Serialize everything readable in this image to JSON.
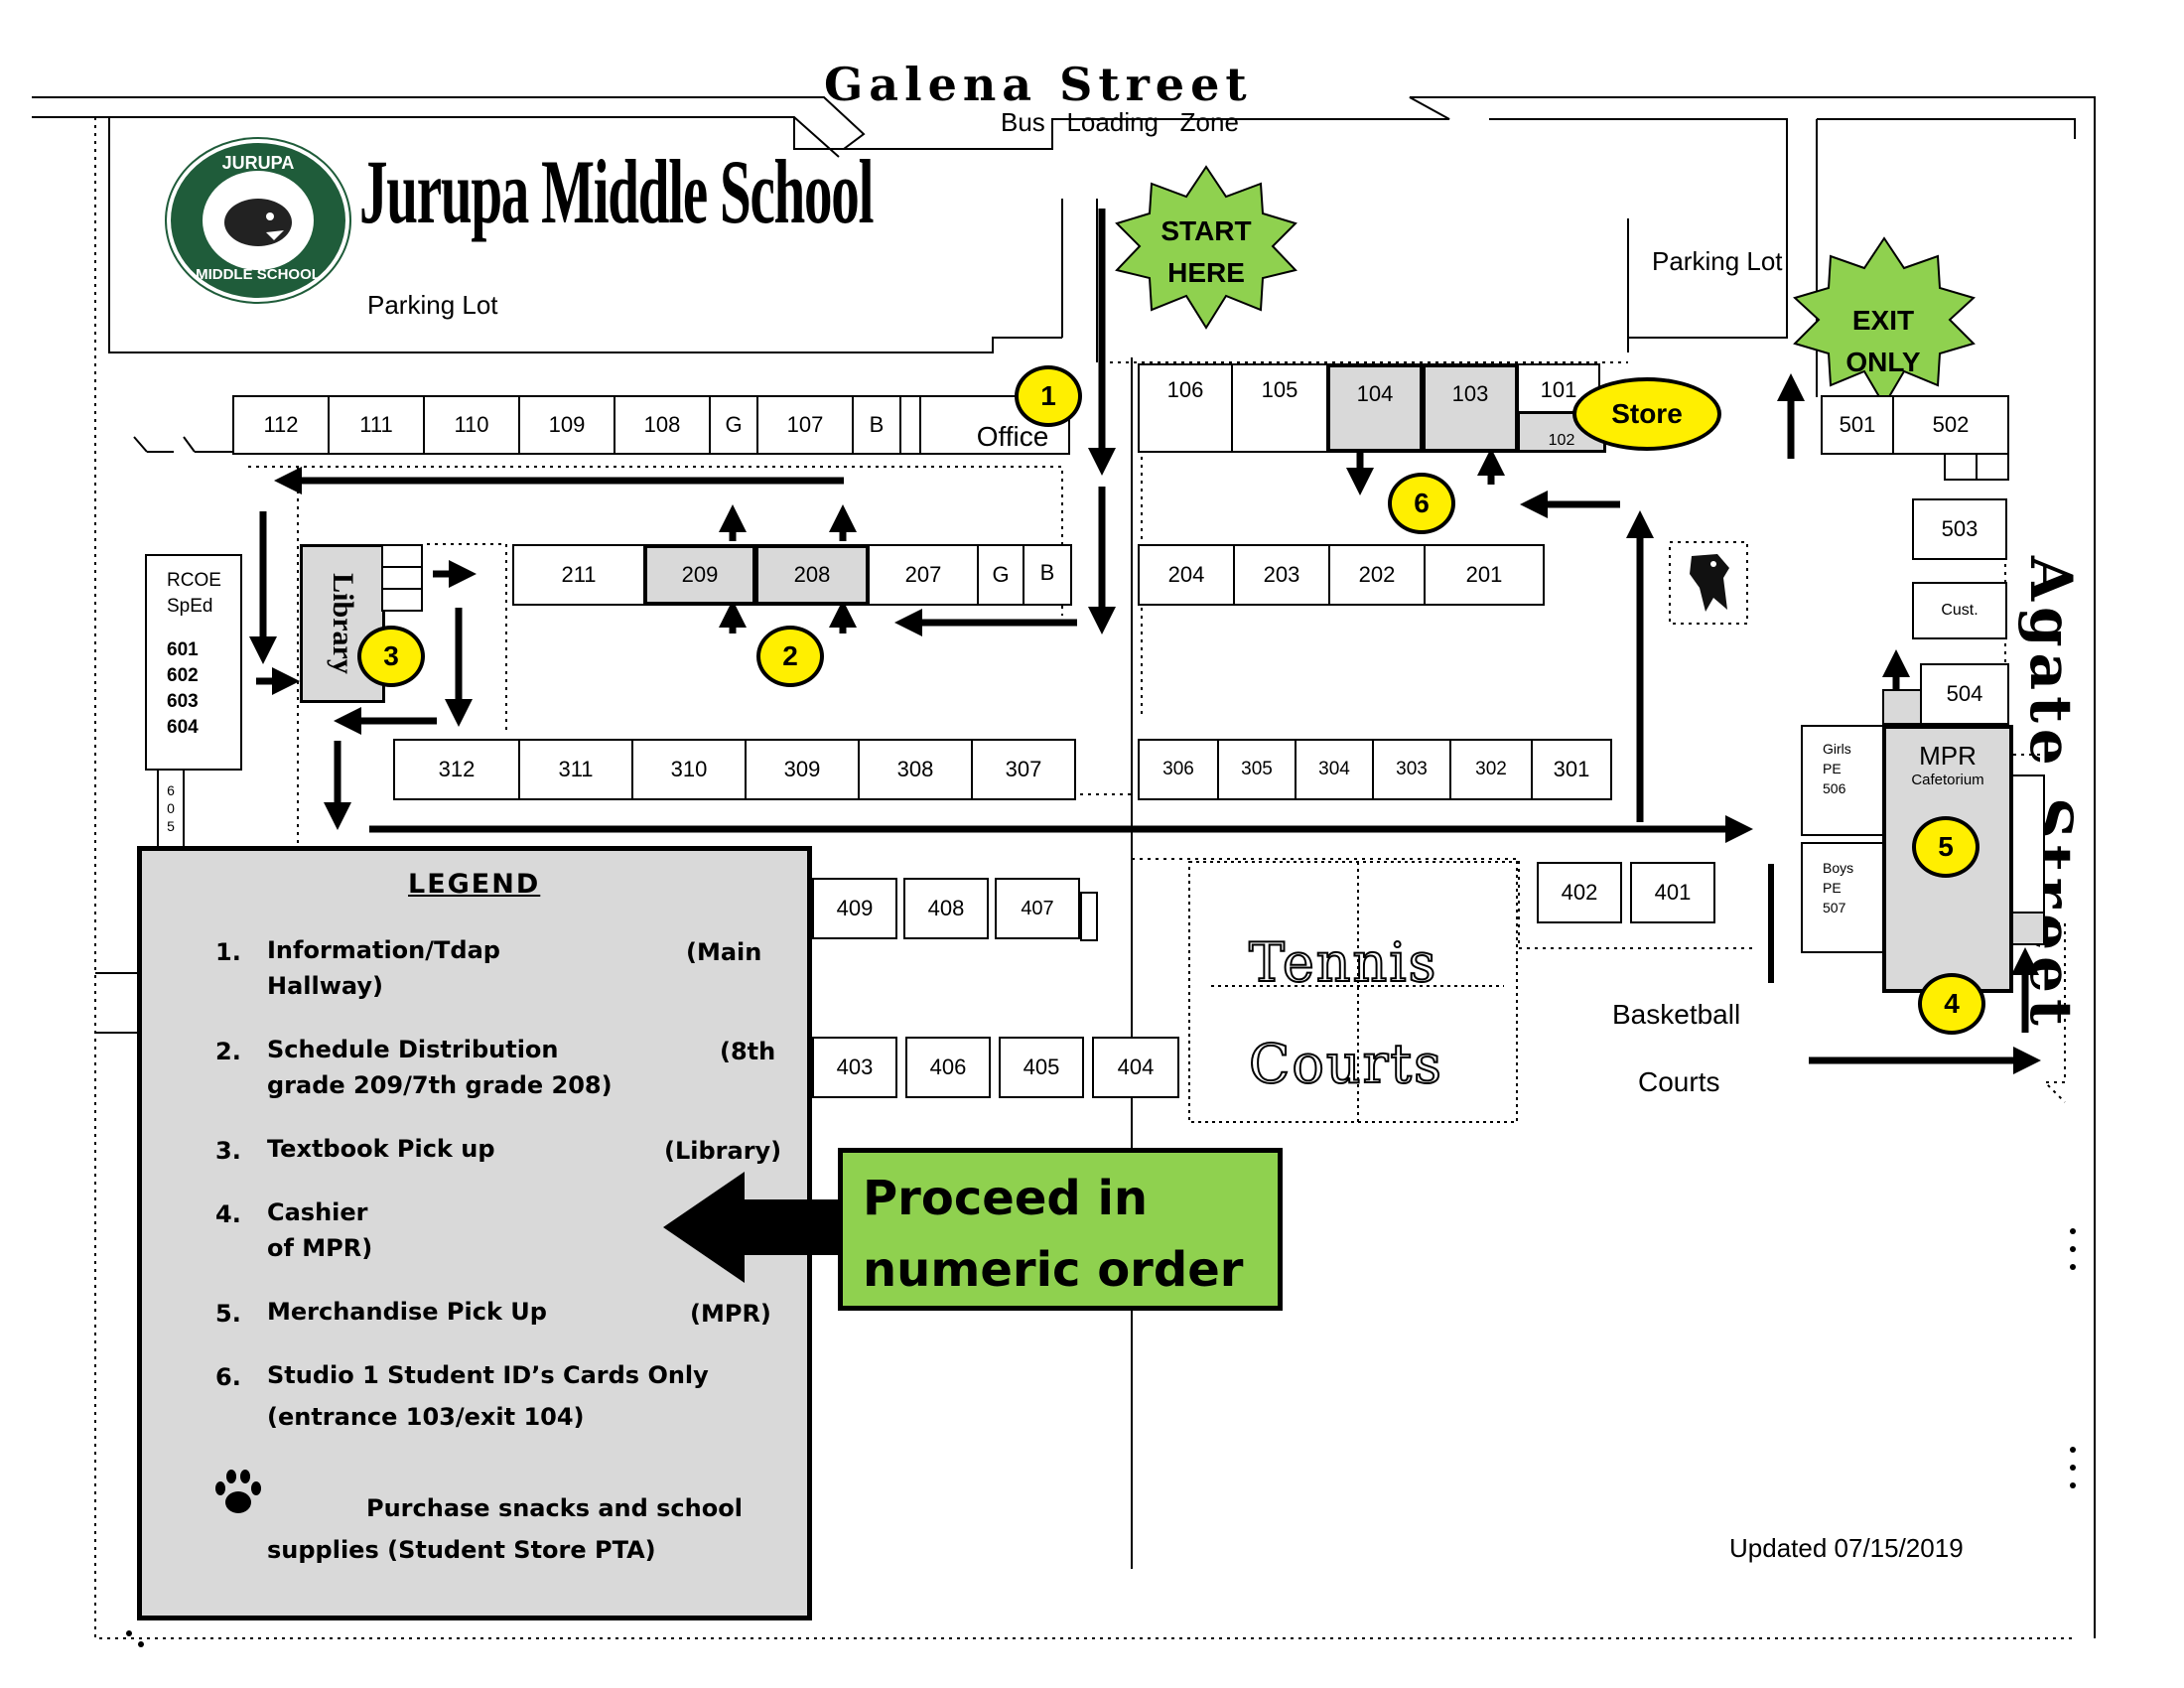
{
  "streets": {
    "top": "Galena Street",
    "side": "Agate Street",
    "bus_zone": "Bus   Loading   Zone"
  },
  "school": {
    "name": "Jurupa Middle School",
    "logo_top": "JURUPA",
    "logo_bottom": "MIDDLE SCHOOL"
  },
  "lots": {
    "left": "Parking Lot",
    "right": "Parking Lot"
  },
  "start": {
    "line1": "START",
    "line2": "HERE"
  },
  "exit": {
    "line1": "EXIT",
    "line2": "ONLY"
  },
  "store_label": "Store",
  "office_label": "Office",
  "library_label": "Library",
  "rcoe": {
    "line1": "RCOE",
    "line2": "SpEd",
    "rooms": [
      "601",
      "602",
      "603",
      "604"
    ],
    "vertical": "6\n0\n5"
  },
  "rooms_100": [
    "112",
    "111",
    "110",
    "109",
    "108",
    "G",
    "107",
    "B"
  ],
  "rooms_100_east": [
    "106",
    "105",
    "104",
    "103",
    "101",
    "102"
  ],
  "rooms_200_west": [
    "211",
    "209",
    "208",
    "207",
    "G",
    "B"
  ],
  "rooms_200_east": [
    "204",
    "203",
    "202",
    "201"
  ],
  "rooms_300_west": [
    "312",
    "311",
    "310",
    "309",
    "308",
    "307"
  ],
  "rooms_300_east": [
    "306",
    "305",
    "304",
    "303",
    "302",
    "301"
  ],
  "rooms_400_top": [
    "409",
    "408",
    "407"
  ],
  "rooms_400_bottom": [
    "403",
    "406",
    "405",
    "404"
  ],
  "rooms_400_east": [
    "402",
    "401"
  ],
  "rooms_500": [
    "501",
    "502",
    "503",
    "Cust.",
    "504"
  ],
  "mpr": {
    "title": "MPR",
    "sub": "Cafetorium",
    "girls": "Girls\nPE\n506",
    "boys": "Boys\nPE\n507"
  },
  "tennis": {
    "line1": "Tennis",
    "line2": "Courts"
  },
  "basketball": {
    "line1": "Basketball",
    "line2": "Courts"
  },
  "badges": [
    "1",
    "2",
    "3",
    "4",
    "5",
    "6"
  ],
  "updated": "Updated 07/15/2019",
  "proceed": {
    "line1": "Proceed in",
    "line2": "numeric order"
  },
  "legend": {
    "title": "LEGEND",
    "items": [
      {
        "num": "1.",
        "text": "Information/Tdap",
        "right": "(Main",
        "line2": "Hallway)"
      },
      {
        "num": "2.",
        "text": "Schedule Distribution",
        "right": "(8th",
        "line2": "grade 209/7th grade 208)"
      },
      {
        "num": "3.",
        "text": "Textbook Pick up",
        "right": "(Library)",
        "line2": ""
      },
      {
        "num": "4.",
        "text": "Cashier",
        "right": "",
        "line2": "of MPR)"
      },
      {
        "num": "5.",
        "text": "Merchandise Pick Up",
        "right": "(MPR)",
        "line2": ""
      },
      {
        "num": "6.",
        "text": "Studio 1 Student ID’s Cards Only",
        "right": "",
        "line2": "(entrance 103/exit 104)"
      }
    ],
    "paw_line1": "Purchase snacks and school",
    "paw_line2": "supplies (Student Store PTA)"
  },
  "colors": {
    "green_star": "#8fd14f",
    "yellow_badge": "#ffef00",
    "shaded_room": "#d9d9d9",
    "logo_green": "#1f5c3a"
  }
}
